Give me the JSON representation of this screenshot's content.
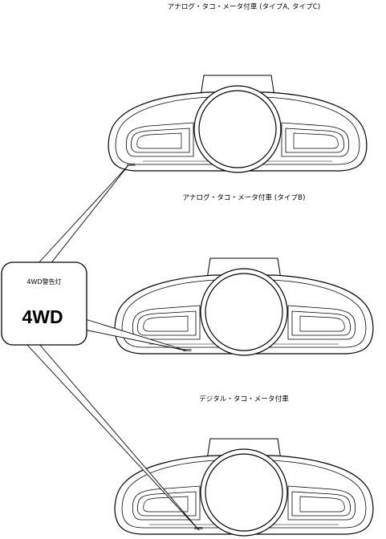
{
  "captions": {
    "type_a_c": "アナログ・タコ・メータ付車 (タイプA, タイプC)",
    "type_b": "アナログ・タコ・メータ付車 (タイプB)",
    "digital": "デジタル・タコ・メータ付車"
  },
  "clusters": [
    {
      "label": "4WD"
    },
    {
      "label": "4WD"
    },
    {
      "label": "4WD"
    }
  ],
  "callout": {
    "title": "4WD警告灯",
    "symbol": "4WD"
  }
}
